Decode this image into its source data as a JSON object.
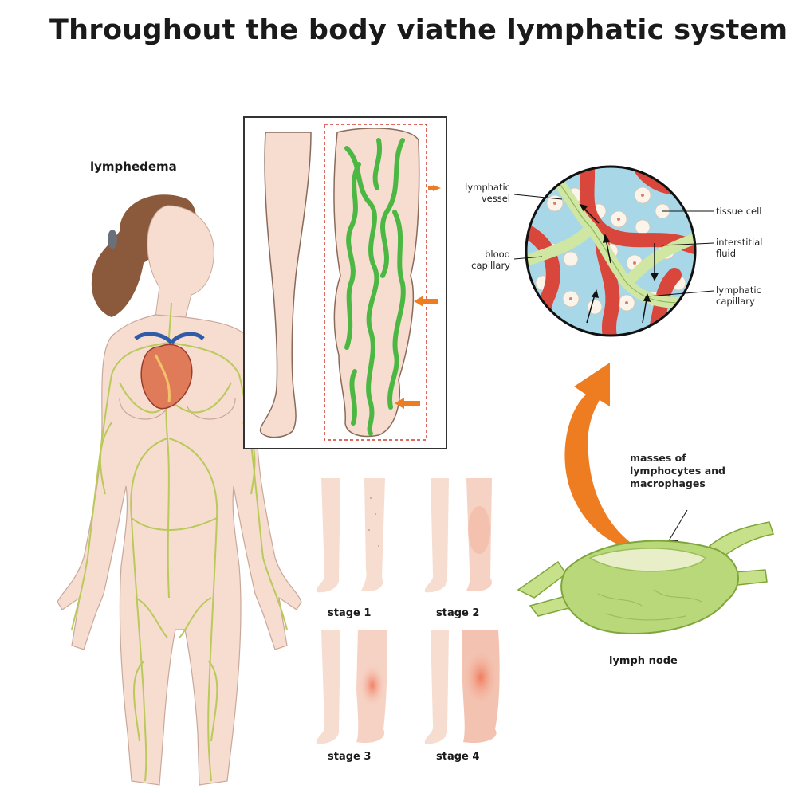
{
  "title": "Throughout the body viathe lymphatic system",
  "body_label": "lymphedema",
  "magnified_labels": {
    "lymphatic_vessel": [
      "lymphatic",
      "vessel"
    ],
    "blood_capillary": [
      "blood",
      "capillary"
    ],
    "tissue_cell": "tissue cell",
    "interstitial_fluid": [
      "interstitial",
      "fluid"
    ],
    "lymphatic_capillary": [
      "lymphatic",
      "capillary"
    ]
  },
  "node_labels": {
    "masses": [
      "masses of",
      "lymphocytes and",
      "macrophages"
    ],
    "lymph_node": "lymph node"
  },
  "stages": [
    "stage 1",
    "stage 2",
    "stage 3",
    "stage 4"
  ],
  "colors": {
    "skin": "#f6ddd0",
    "lymph_vessel": "#b9c95a",
    "edema_vessel": "#4cb843",
    "capillary_red": "#d9473c",
    "fluid_blue": "#a8d8e8",
    "arrow_orange": "#ee7d22",
    "node_green": "#b8d87a"
  }
}
